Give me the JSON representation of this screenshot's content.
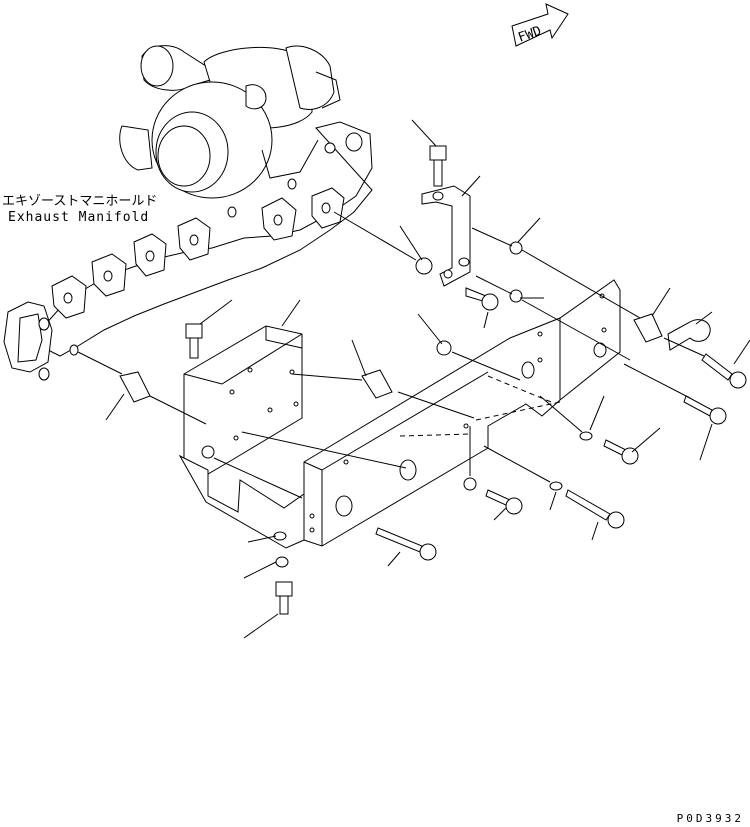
{
  "exhaust_manifold_label_ja": "エキゾーストマニホールド",
  "exhaust_manifold_label_en": "Exhaust Manifold",
  "fwd_arrow_text": "FWD",
  "drawing_number": "P0D3932"
}
